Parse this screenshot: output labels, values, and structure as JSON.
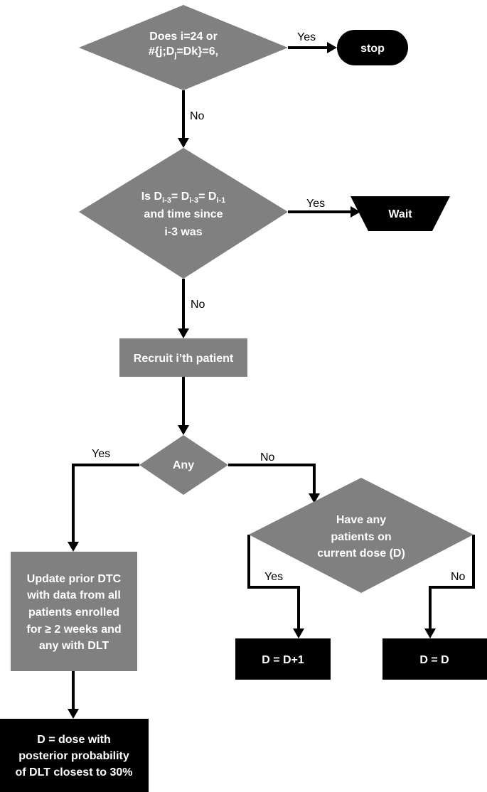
{
  "colors": {
    "process_fill": "#808080",
    "terminal_fill": "#000000",
    "text_on_shape": "#ffffff",
    "connector": "#000000"
  },
  "nodes": {
    "decision_stop": {
      "line1": "Does i=24 or",
      "line2_pre": "#{j;D",
      "line2_sub": "j",
      "line2_post": "=Dk}=6,"
    },
    "stop": {
      "label": "stop"
    },
    "decision_wait": {
      "line1_a": "Is D",
      "sub1": "i-3",
      "line1_b": "= D",
      "sub2": "i-3",
      "line1_c": "= D",
      "sub3": "i-1",
      "line2": "and time since",
      "line3": "i-3 was"
    },
    "wait": {
      "label": "Wait"
    },
    "recruit": {
      "label": "Recruit i’th patient"
    },
    "any": {
      "label": "Any"
    },
    "have_patients": {
      "line1": "Have any",
      "line2": "patients on",
      "line3": "current dose (D)"
    },
    "update": {
      "line1": "Update prior DTC",
      "line2": "with data from all",
      "line3": "patients enrolled",
      "line4": "for ≥ 2 weeks and",
      "line5": "any with DLT"
    },
    "dose_plus": {
      "label": "D = D+1"
    },
    "dose_same": {
      "label": "D = D"
    },
    "dose_final": {
      "line1": "D = dose with",
      "line2": "posterior probability",
      "line3": "of DLT closest to 30%"
    }
  },
  "edges": {
    "stop_yes": "Yes",
    "stop_no": "No",
    "wait_yes": "Yes",
    "wait_no": "No",
    "any_yes": "Yes",
    "any_no": "No",
    "have_yes": "Yes",
    "have_no": "No"
  }
}
